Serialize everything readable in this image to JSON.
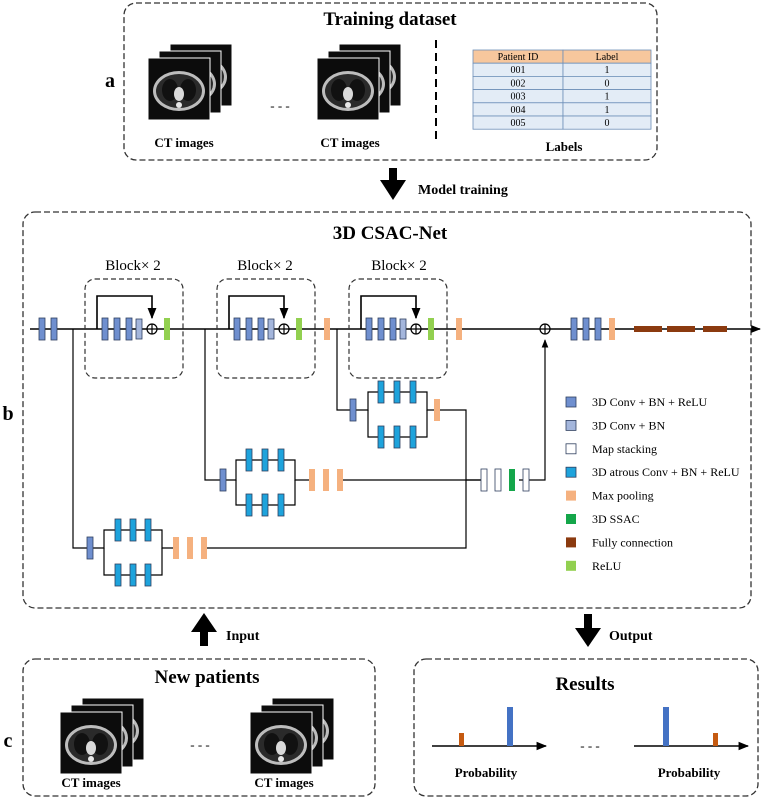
{
  "panel_a": {
    "letter": "a",
    "title": "Training dataset",
    "ct_label_1": "CT images",
    "ct_label_2": "CT images",
    "ellipsis": "- - -",
    "labels_caption": "Labels",
    "table": {
      "headers": [
        "Patient ID",
        "Label"
      ],
      "rows": [
        [
          "001",
          "1"
        ],
        [
          "002",
          "0"
        ],
        [
          "003",
          "1"
        ],
        [
          "004",
          "1"
        ],
        [
          "005",
          "0"
        ]
      ],
      "header_color": "#f7c79d",
      "row_color": "#e3ecf6"
    }
  },
  "arrows": {
    "model_training": "Model training",
    "input": "Input",
    "output": "Output"
  },
  "panel_b": {
    "letter": "b",
    "title": "3D CSAC-Net",
    "block_label_1": "Block× 2",
    "block_label_2": "Block× 2",
    "block_label_3": "Block× 2",
    "legend": [
      {
        "label": "3D Conv + BN + ReLU",
        "color": "#6f8fcf"
      },
      {
        "label": "3D Conv + BN",
        "color": "#a4b6dc"
      },
      {
        "label": "Map stacking",
        "color": "#ffffff"
      },
      {
        "label": "3D atrous Conv + BN + ReLU",
        "color": "#1ea3dc"
      },
      {
        "label": "Max pooling",
        "color": "#f5b17f"
      },
      {
        "label": "3D SSAC",
        "color": "#14a64a"
      },
      {
        "label": "Fully connection",
        "color": "#8b3a0f"
      },
      {
        "label": "ReLU",
        "color": "#92d050"
      }
    ]
  },
  "panel_c": {
    "letter": "c",
    "title_left": "New patients",
    "title_right": "Results",
    "ct_label_1": "CT images",
    "ct_label_2": "CT images",
    "ellipsis_left": "- - -",
    "ellipsis_right": "- - -",
    "prob_label_1": "Probability",
    "prob_label_2": "Probability"
  }
}
